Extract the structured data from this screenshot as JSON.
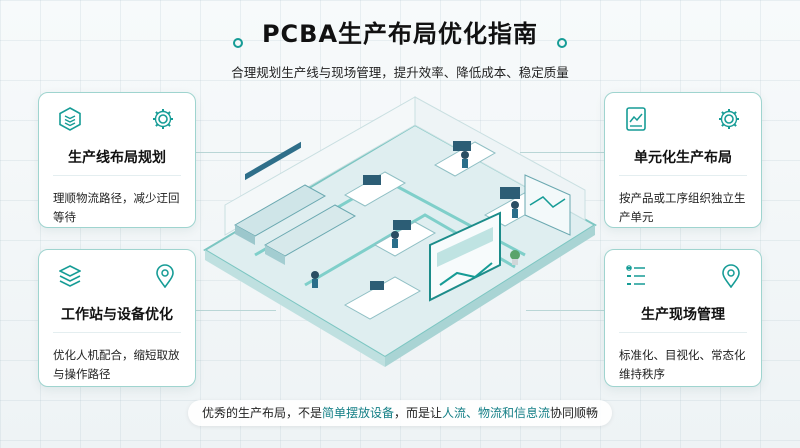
{
  "title": "PCBA生产布局优化指南",
  "subtitle": "合理规划生产线与现场管理，提升效率、降低成本、稳定质量",
  "cards": [
    {
      "title": "生产线布局规划",
      "desc": "理顺物流路径，减少迂回等待",
      "icon_left": "layers-box-icon",
      "icon_right": "gear-icon"
    },
    {
      "title": "单元化生产布局",
      "desc": "按产品或工序组织独立生产单元",
      "icon_left": "document-chart-icon",
      "icon_right": "gear-icon"
    },
    {
      "title": "工作站与设备优化",
      "desc": "优化人机配合，缩短取放与操作路径",
      "icon_left": "stack-layers-icon",
      "icon_right": "location-pin-icon"
    },
    {
      "title": "生产现场管理",
      "desc": "标准化、目视化、常态化维持秩序",
      "icon_left": "checklist-icon",
      "icon_right": "location-pin-icon"
    }
  ],
  "footer": {
    "part1": "优秀的生产布局，不是",
    "part2": "简单摆放设备",
    "part3": "，而是让",
    "part4": "人流、物流和信息流",
    "part5": "协同顺畅"
  },
  "colors": {
    "accent": "#169c96",
    "card_border": "#9fd4cf",
    "highlight_text": "#147f86"
  }
}
